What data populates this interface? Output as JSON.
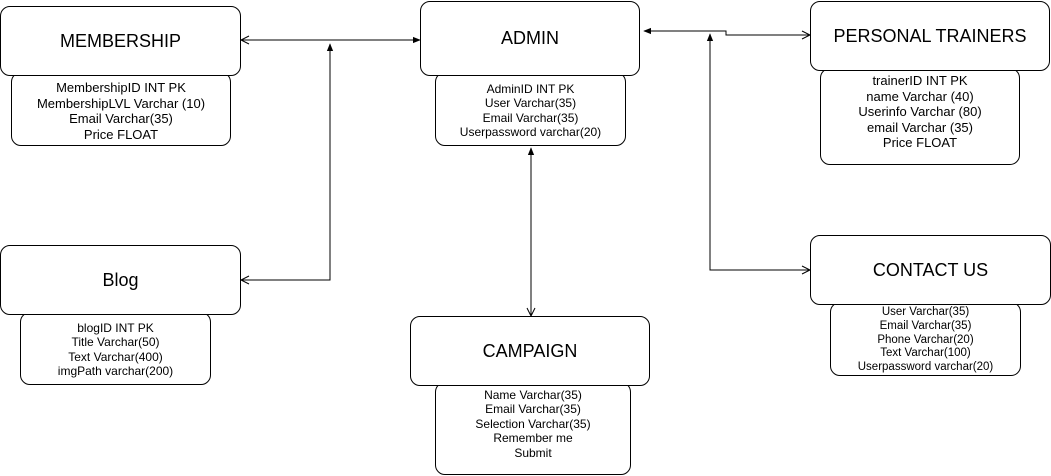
{
  "entities": {
    "membership": {
      "title": "MEMBERSHIP",
      "attributes": [
        "MembershipID INT PK",
        "MembershipLVL Varchar (10)",
        "Email Varchar(35)",
        "Price FLOAT"
      ]
    },
    "admin": {
      "title": "ADMIN",
      "attributes": [
        "AdminID INT PK",
        "User Varchar(35)",
        "Email Varchar(35)",
        "Userpassword varchar(20)"
      ]
    },
    "personal_trainers": {
      "title": "PERSONAL TRAINERS",
      "attributes": [
        "trainerID INT PK",
        "name Varchar (40)",
        "Userinfo Varchar (80)",
        "email Varchar (35)",
        "Price FLOAT"
      ]
    },
    "blog": {
      "title": "Blog",
      "attributes": [
        "blogID INT PK",
        "Title Varchar(50)",
        "Text Varchar(400)",
        "imgPath varchar(200)"
      ]
    },
    "campaign": {
      "title": "CAMPAIGN",
      "attributes": [
        "Name Varchar(35)",
        "Email Varchar(35)",
        "Selection Varchar(35)",
        "Remember me",
        "Submit"
      ]
    },
    "contact_us": {
      "title": "CONTACT US",
      "attributes": [
        "User Varchar(35)",
        "Email Varchar(35)",
        "Phone Varchar(20)",
        "Text Varchar(100)",
        "Userpassword varchar(20)"
      ]
    }
  }
}
